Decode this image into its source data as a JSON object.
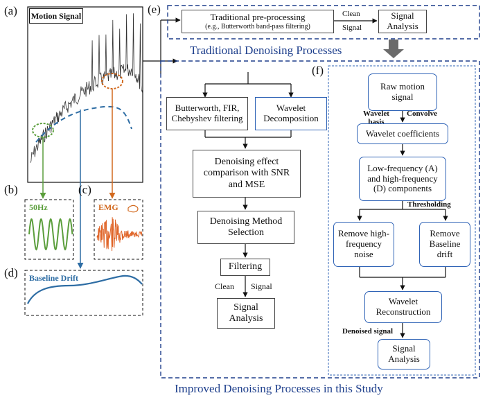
{
  "panels": {
    "a": "(a)",
    "b": "(b)",
    "c": "(c)",
    "d": "(d)",
    "e": "(e)",
    "f": "(f)"
  },
  "motion_signal_title": "Motion Signal",
  "insets": {
    "hz50": "50Hz",
    "emg": "EMG",
    "baseline": "Baseline Drift"
  },
  "traditional": {
    "preprocessing_line1": "Traditional pre-processing",
    "preprocessing_line2": "(e.g., Butterworth band-pass filtering)",
    "clean_label": "Clean",
    "signal_label": "Signal",
    "analysis_line1": "Signal",
    "analysis_line2": "Analysis",
    "title": "Traditional Denoising Processes"
  },
  "improved": {
    "title": "Improved Denoising Processes in this Study",
    "filters_line1": "Butterworth, FIR,",
    "filters_line2": "Chebyshev filtering",
    "wavelet_dec_line1": "Wavelet",
    "wavelet_dec_line2": "Decomposition",
    "comparison_line1": "Denoising effect",
    "comparison_line2": "comparison with SNR",
    "comparison_line3": "and MSE",
    "selection_line1": "Denoising Method",
    "selection_line2": "Selection",
    "filtering": "Filtering",
    "clean_label": "Clean",
    "signal_label": "Signal",
    "analysis_line1": "Signal",
    "analysis_line2": "Analysis"
  },
  "wavelet": {
    "raw_line1": "Raw motion",
    "raw_line2": "signal",
    "basis_line1": "Wavelet",
    "basis_line2": "basis",
    "convolve": "Convolve",
    "coefficients": "Wavelet coefficients",
    "components_line1": "Low-frequency (A)",
    "components_line2": "and high-frequency",
    "components_line3": "(D) components",
    "thresholding": "Thresholding",
    "remove_high_line1": "Remove high-",
    "remove_high_line2": "frequency",
    "remove_high_line3": "noise",
    "remove_baseline_line1": "Remove",
    "remove_baseline_line2": "Baseline",
    "remove_baseline_line3": "drift",
    "reconstruction_line1": "Wavelet",
    "reconstruction_line2": "Reconstruction",
    "denoised": "Denoised signal",
    "analysis_line1": "Signal",
    "analysis_line2": "Analysis"
  },
  "colors": {
    "green": "#5b9e3c",
    "orange": "#d2691e",
    "blue": "#2e6da4",
    "navy": "#1e3f8c",
    "arrow_gray": "#6b6b6b"
  }
}
